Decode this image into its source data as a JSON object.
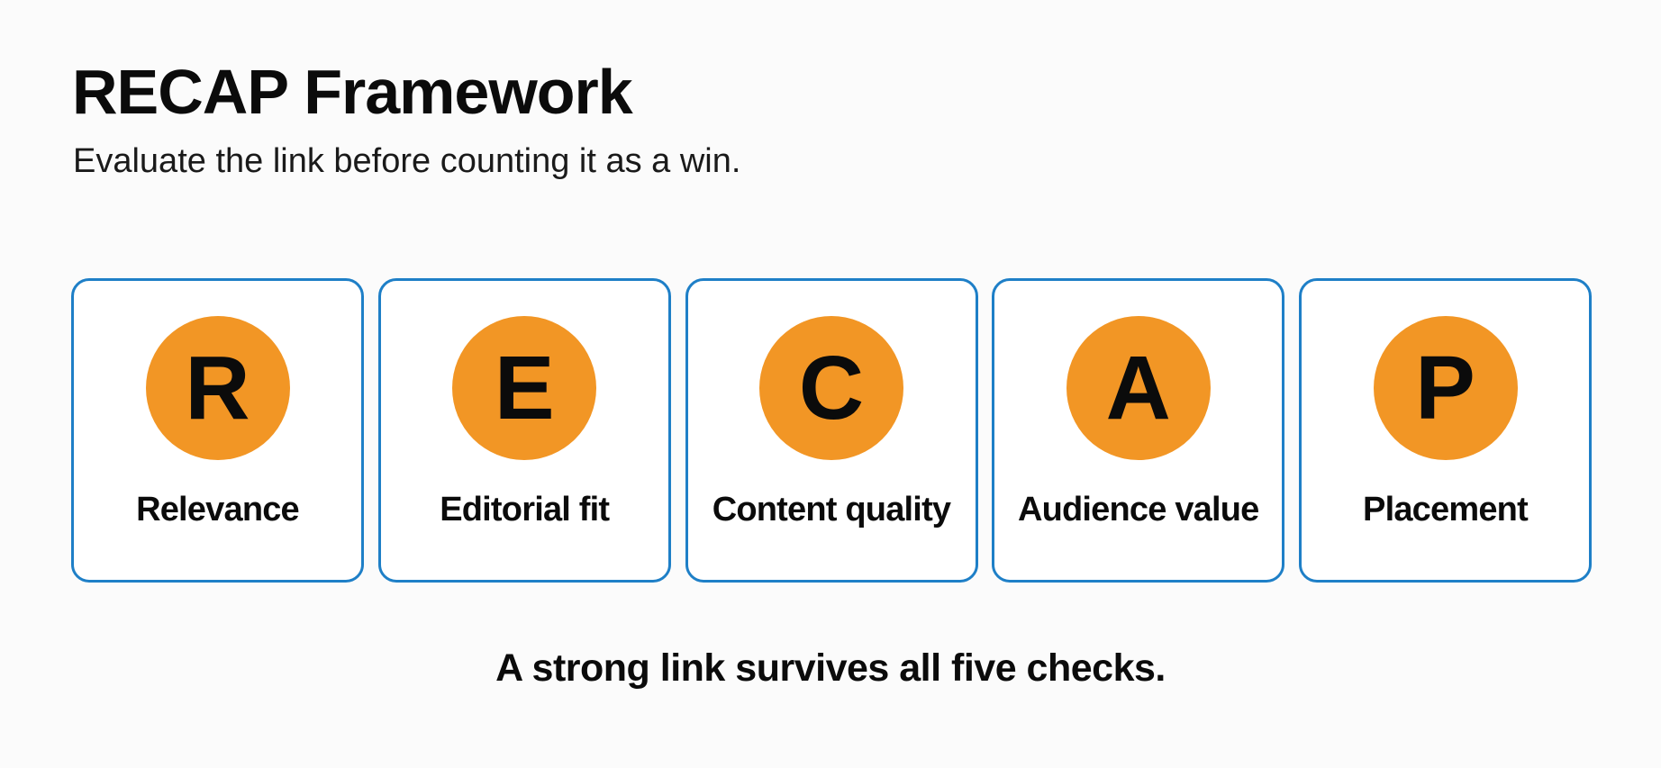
{
  "title": "RECAP Framework",
  "subtitle": "Evaluate the link before counting it as a win.",
  "colors": {
    "circle_fill": "#f29625",
    "card_border": "#1e7fc7",
    "text": "#0b0b0b"
  },
  "cards": [
    {
      "letter": "R",
      "label": "Relevance"
    },
    {
      "letter": "E",
      "label": "Editorial fit"
    },
    {
      "letter": "C",
      "label": "Content quality"
    },
    {
      "letter": "A",
      "label": "Audience value"
    },
    {
      "letter": "P",
      "label": "Placement"
    }
  ],
  "footer": "A strong link survives all five checks."
}
